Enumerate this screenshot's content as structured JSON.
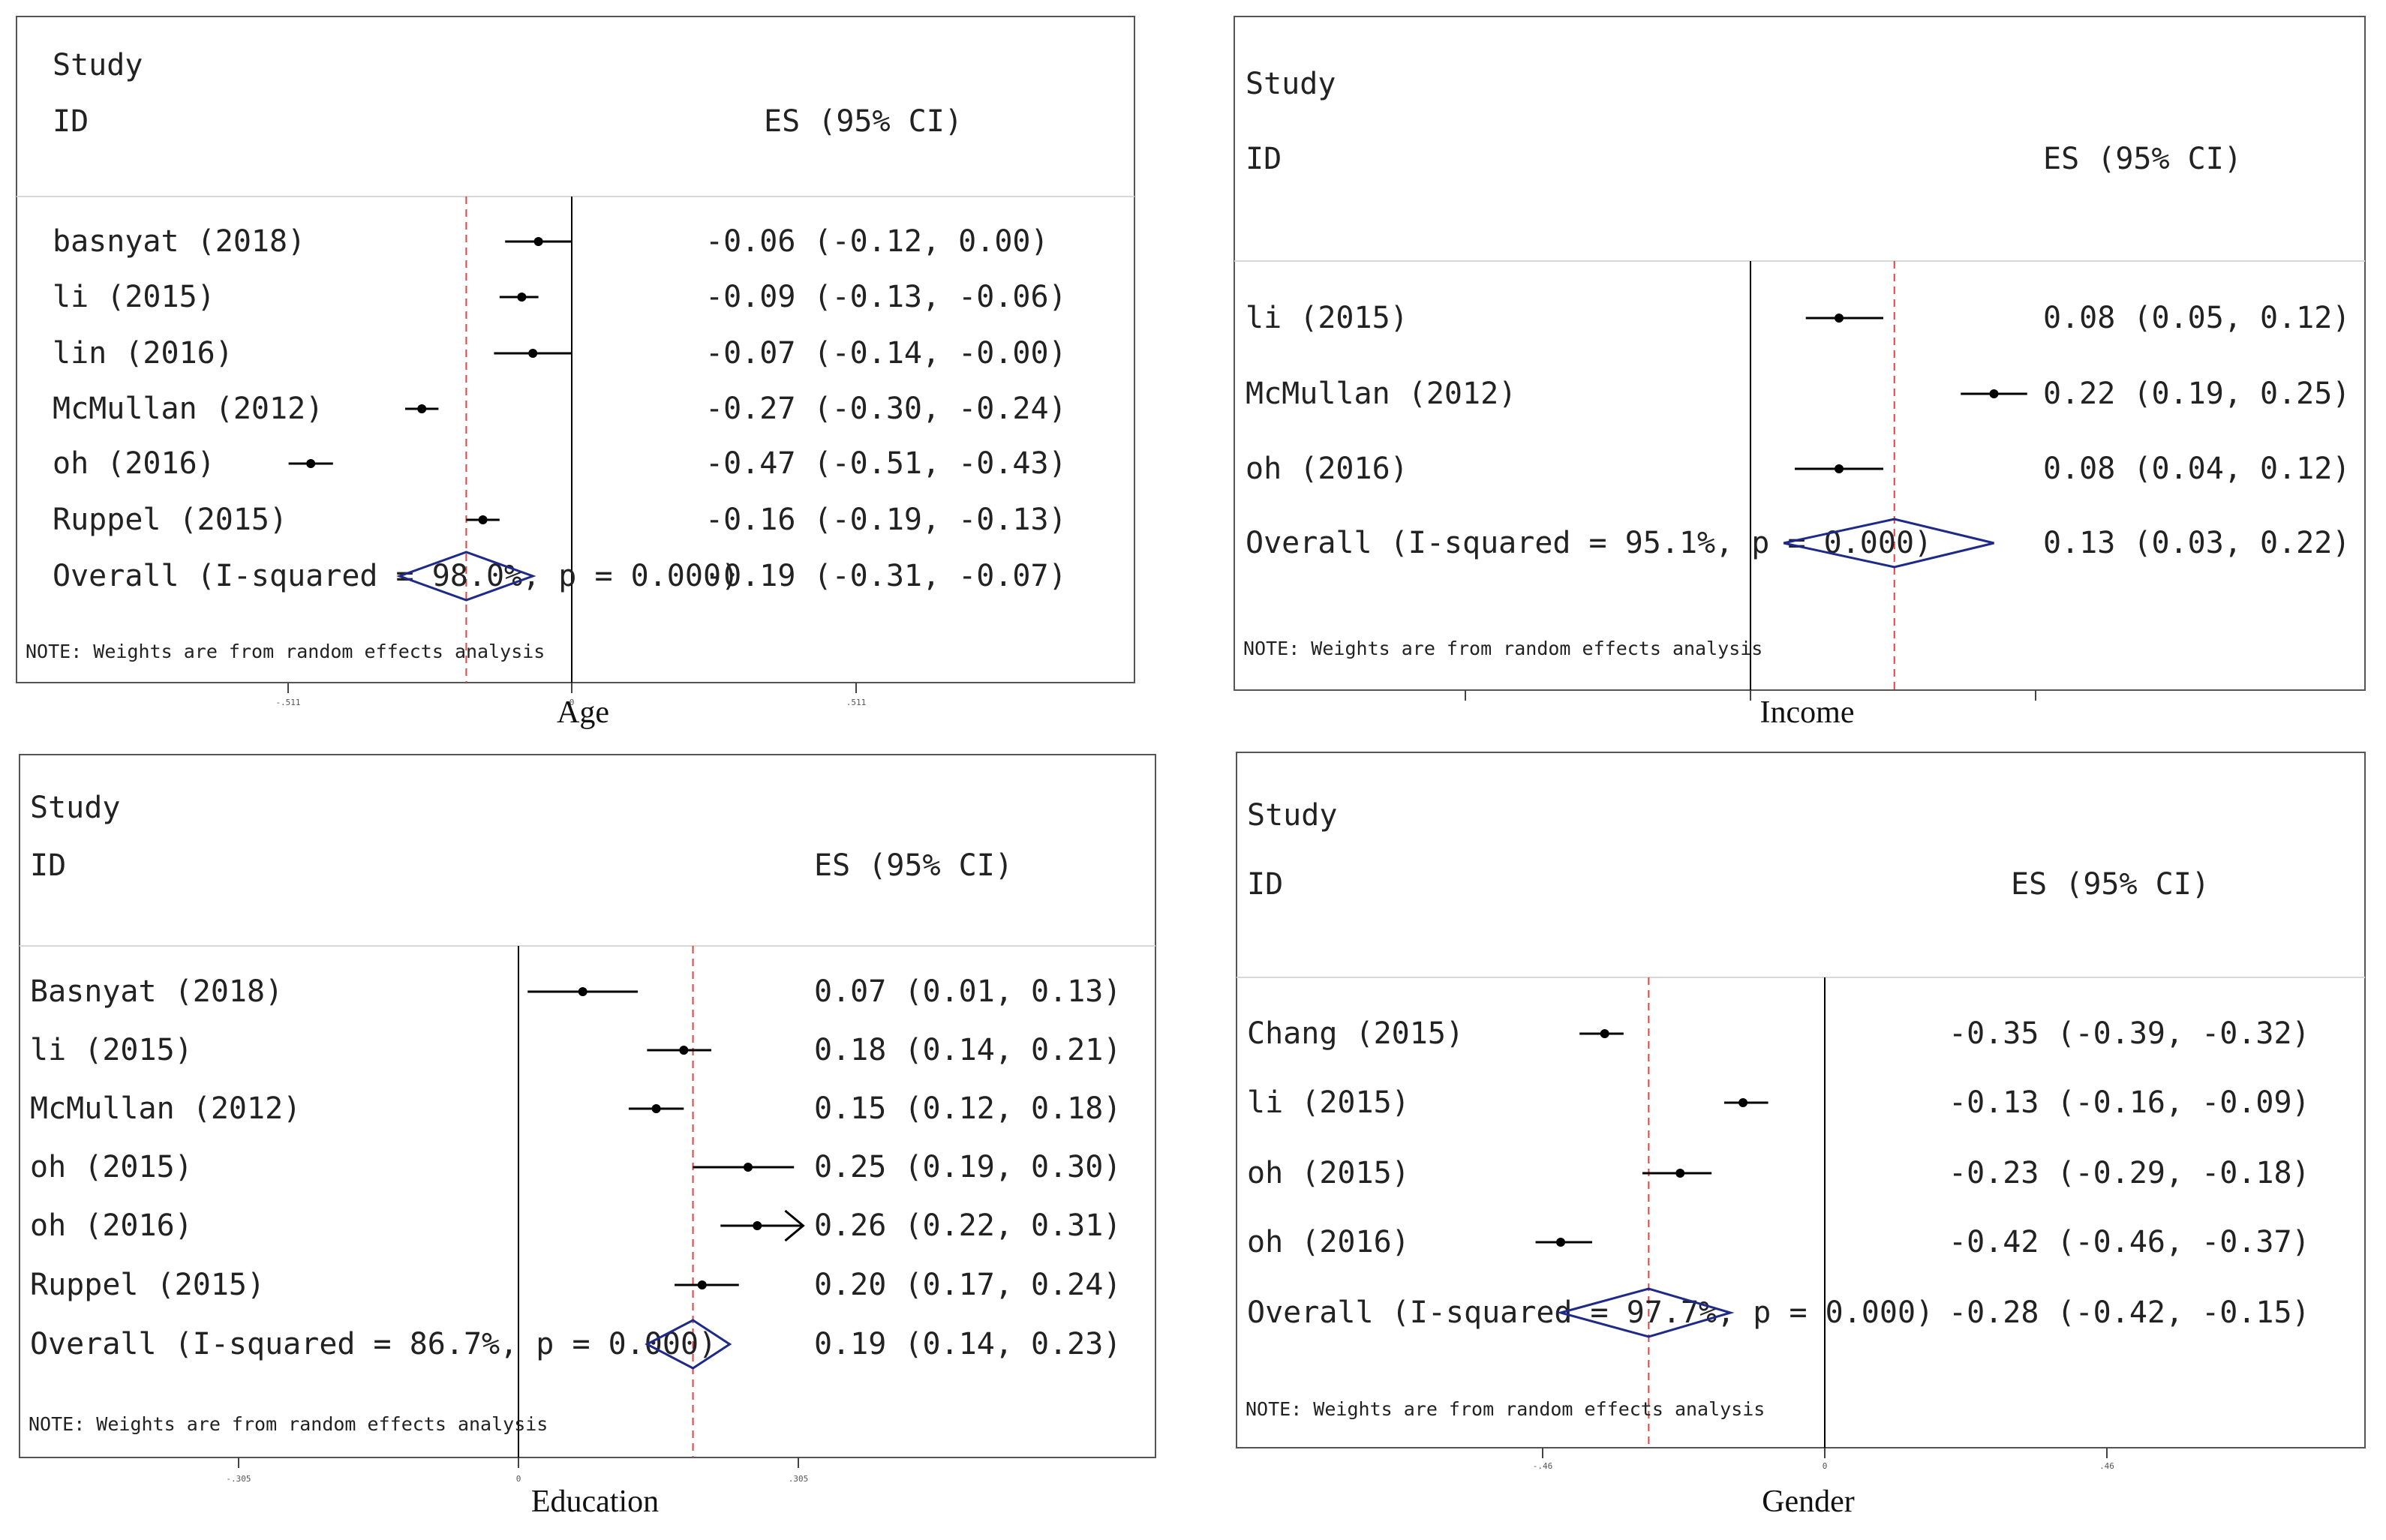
{
  "chart_data": [
    {
      "type": "forest",
      "xlabel": "Age",
      "header": {
        "study": "Study",
        "id": "ID",
        "es": "ES (95% CI)"
      },
      "note": "NOTE: Weights are from random effects analysis",
      "ticks": [
        "-.511",
        "0",
        ".511"
      ],
      "studies": [
        {
          "label": "basnyat (2018)",
          "es": -0.06,
          "lo": -0.12,
          "hi": 0.0,
          "text": "-0.06 (-0.12, 0.00)"
        },
        {
          "label": "li (2015)",
          "es": -0.09,
          "lo": -0.13,
          "hi": -0.06,
          "text": "-0.09 (-0.13, -0.06)"
        },
        {
          "label": "lin (2016)",
          "es": -0.07,
          "lo": -0.14,
          "hi": -0.0,
          "text": "-0.07 (-0.14, -0.00)"
        },
        {
          "label": "McMullan (2012)",
          "es": -0.27,
          "lo": -0.3,
          "hi": -0.24,
          "text": "-0.27 (-0.30, -0.24)"
        },
        {
          "label": "oh (2016)",
          "es": -0.47,
          "lo": -0.51,
          "hi": -0.43,
          "text": "-0.47 (-0.51, -0.43)"
        },
        {
          "label": "Ruppel (2015)",
          "es": -0.16,
          "lo": -0.19,
          "hi": -0.13,
          "text": "-0.16 (-0.19, -0.13)"
        }
      ],
      "overall": {
        "label": "Overall  (I-squared = 98.0%, p = 0.000)",
        "es": -0.19,
        "lo": -0.31,
        "hi": -0.07,
        "text": "-0.19 (-0.31, -0.07)"
      }
    },
    {
      "type": "forest",
      "xlabel": "Income",
      "header": {
        "study": "Study",
        "id": "ID",
        "es": "ES (95% CI)"
      },
      "note": "NOTE: Weights are from random effects analysis",
      "ticks": [],
      "studies": [
        {
          "label": "li (2015)",
          "es": 0.08,
          "lo": 0.05,
          "hi": 0.12,
          "text": "0.08 (0.05, 0.12)"
        },
        {
          "label": "McMullan (2012)",
          "es": 0.22,
          "lo": 0.19,
          "hi": 0.25,
          "text": "0.22 (0.19, 0.25)"
        },
        {
          "label": "oh (2016)",
          "es": 0.08,
          "lo": 0.04,
          "hi": 0.12,
          "text": "0.08 (0.04, 0.12)"
        }
      ],
      "overall": {
        "label": "Overall  (I-squared = 95.1%, p = 0.000)",
        "es": 0.13,
        "lo": 0.03,
        "hi": 0.22,
        "text": "0.13 (0.03, 0.22)"
      }
    },
    {
      "type": "forest",
      "xlabel": "Education",
      "header": {
        "study": "Study",
        "id": "ID",
        "es": "ES (95% CI)"
      },
      "note": "NOTE: Weights are from random effects analysis",
      "ticks": [
        "-.305",
        "0",
        ".305"
      ],
      "studies": [
        {
          "label": "Basnyat (2018)",
          "es": 0.07,
          "lo": 0.01,
          "hi": 0.13,
          "text": "0.07 (0.01, 0.13)"
        },
        {
          "label": "li (2015)",
          "es": 0.18,
          "lo": 0.14,
          "hi": 0.21,
          "text": "0.18 (0.14, 0.21)"
        },
        {
          "label": "McMullan (2012)",
          "es": 0.15,
          "lo": 0.12,
          "hi": 0.18,
          "text": "0.15 (0.12, 0.18)"
        },
        {
          "label": "oh (2015)",
          "es": 0.25,
          "lo": 0.19,
          "hi": 0.3,
          "text": "0.25 (0.19, 0.30)"
        },
        {
          "label": "oh (2016)",
          "es": 0.26,
          "lo": 0.22,
          "hi": 0.31,
          "text": "0.26 (0.22, 0.31)",
          "arrow": true
        },
        {
          "label": "Ruppel (2015)",
          "es": 0.2,
          "lo": 0.17,
          "hi": 0.24,
          "text": "0.20 (0.17, 0.24)"
        }
      ],
      "overall": {
        "label": "Overall  (I-squared = 86.7%, p = 0.000)",
        "es": 0.19,
        "lo": 0.14,
        "hi": 0.23,
        "text": "0.19 (0.14, 0.23)"
      }
    },
    {
      "type": "forest",
      "xlabel": "Gender",
      "header": {
        "study": "Study",
        "id": "ID",
        "es": "ES (95% CI)"
      },
      "note": "NOTE: Weights are from random effects analysis",
      "ticks": [
        "-.46",
        "0",
        ".46"
      ],
      "studies": [
        {
          "label": "Chang (2015)",
          "es": -0.35,
          "lo": -0.39,
          "hi": -0.32,
          "text": "-0.35 (-0.39, -0.32)"
        },
        {
          "label": "li (2015)",
          "es": -0.13,
          "lo": -0.16,
          "hi": -0.09,
          "text": "-0.13 (-0.16, -0.09)"
        },
        {
          "label": "oh (2015)",
          "es": -0.23,
          "lo": -0.29,
          "hi": -0.18,
          "text": "-0.23 (-0.29, -0.18)"
        },
        {
          "label": "oh (2016)",
          "es": -0.42,
          "lo": -0.46,
          "hi": -0.37,
          "text": "-0.42 (-0.46, -0.37)"
        }
      ],
      "overall": {
        "label": "Overall  (I-squared = 97.7%, p = 0.000)",
        "es": -0.28,
        "lo": -0.42,
        "hi": -0.15,
        "text": "-0.28 (-0.42, -0.15)"
      }
    }
  ]
}
